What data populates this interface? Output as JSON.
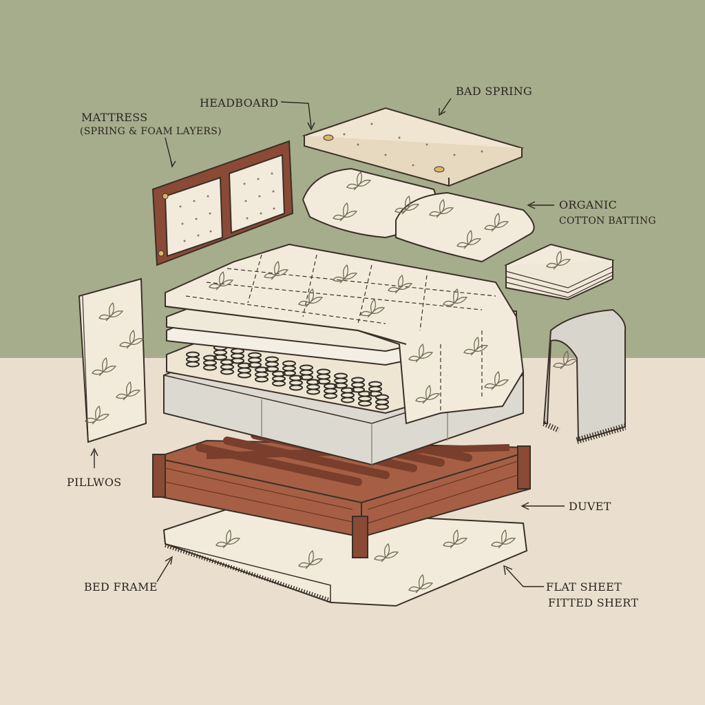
{
  "colors": {
    "wall": "#a6ad8c",
    "floor": "#eadfce",
    "ink": "#3a2f27",
    "wood": "#8a4a35",
    "wood_light": "#a65f44",
    "fabric": "#f2ebdc",
    "leaf": "#6f6a55",
    "foam": "#dcd9d0"
  },
  "labels": {
    "mattress": "MATTRESS",
    "mattress_sub": "(SPRING & FOAM LAYERS)",
    "headboard": "HEADBOARD",
    "bad_spring": "BAD SPRING",
    "organic": "ORGANIC",
    "cotton_batting": "COTTON BATTING",
    "pillwos": "PILLWOS",
    "duvet": "DUVET",
    "bed_frame": "BED FRAME",
    "flat_sheet": "FLAT SHEET",
    "fitted_shert": "FITTED SHERT"
  }
}
